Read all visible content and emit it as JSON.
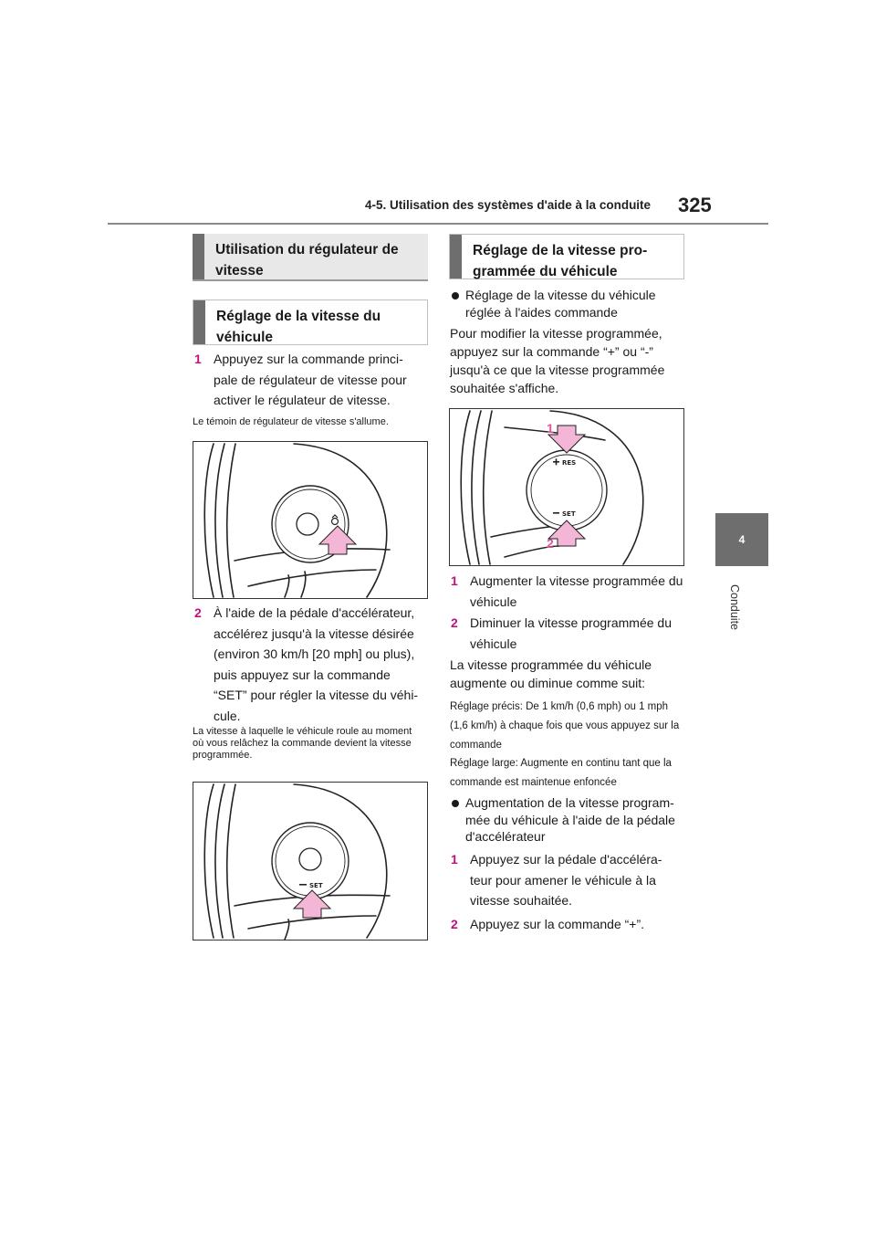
{
  "header": {
    "section_title": "4-5. Utilisation des systèmes d'aide à la conduite",
    "page_number": "325"
  },
  "side_tab": {
    "chapter_number": "4",
    "chapter_label": "Conduite"
  },
  "left": {
    "main_heading": "Utilisation du régulateur de vitesse",
    "sub_heading": "Réglage de la vitesse du véhicule",
    "step1": {
      "num": "1",
      "text": "Appuyez sur la commande princi-pale de régulateur de vitesse pour activer le régulateur de vitesse."
    },
    "step1_note": "Le témoin de régulateur de vitesse s'allume.",
    "step2": {
      "num": "2",
      "text": "À l'aide de la pédale d'accélérateur, accélérez jusqu'à la vitesse désirée (environ 30 km/h [20 mph] ou plus), puis appuyez sur la commande “SET” pour régler la vitesse du véhi-cule."
    },
    "step2_note": "La vitesse à laquelle le véhicule roule au moment où vous relâchez la commande devient la vitesse programmée.",
    "figure2_label": "SET"
  },
  "right": {
    "heading": "Réglage de la vitesse pro-grammée du véhicule",
    "bullet1": "Réglage de la vitesse du véhicule réglée à l'aides commande",
    "para1": "Pour modifier la vitesse programmée, appuyez sur la commande “+” ou “-” jusqu'à ce que la vitesse programmée souhaitée s'affiche.",
    "figure": {
      "label_res": "RES",
      "label_set": "SET",
      "callout1": "1",
      "callout2": "2"
    },
    "item1": {
      "num": "1",
      "text": "Augmenter la vitesse programmée du véhicule"
    },
    "item2": {
      "num": "2",
      "text": "Diminuer la vitesse programmée du véhicule"
    },
    "para2": "La vitesse programmée du véhicule augmente ou diminue comme suit:",
    "note1": "Réglage précis: De 1 km/h (0,6 mph) ou 1 mph (1,6 km/h) à chaque fois que vous appuyez sur la commande",
    "note2": "Réglage large: Augmente en continu tant que la commande est maintenue enfoncée",
    "bullet2": "Augmentation de la vitesse program-mée du véhicule à l'aide de la pédale d'accélérateur",
    "step1": {
      "num": "1",
      "text": "Appuyez sur la pédale d'accéléra-teur pour amener le véhicule à la vitesse souhaitée."
    },
    "step2": {
      "num": "2",
      "text": "Appuyez sur la commande “+”."
    }
  },
  "colors": {
    "accent_magenta": "#c0107a",
    "arrow_pink": "#f4b6d6",
    "tab_gray": "#6e6e6e"
  }
}
